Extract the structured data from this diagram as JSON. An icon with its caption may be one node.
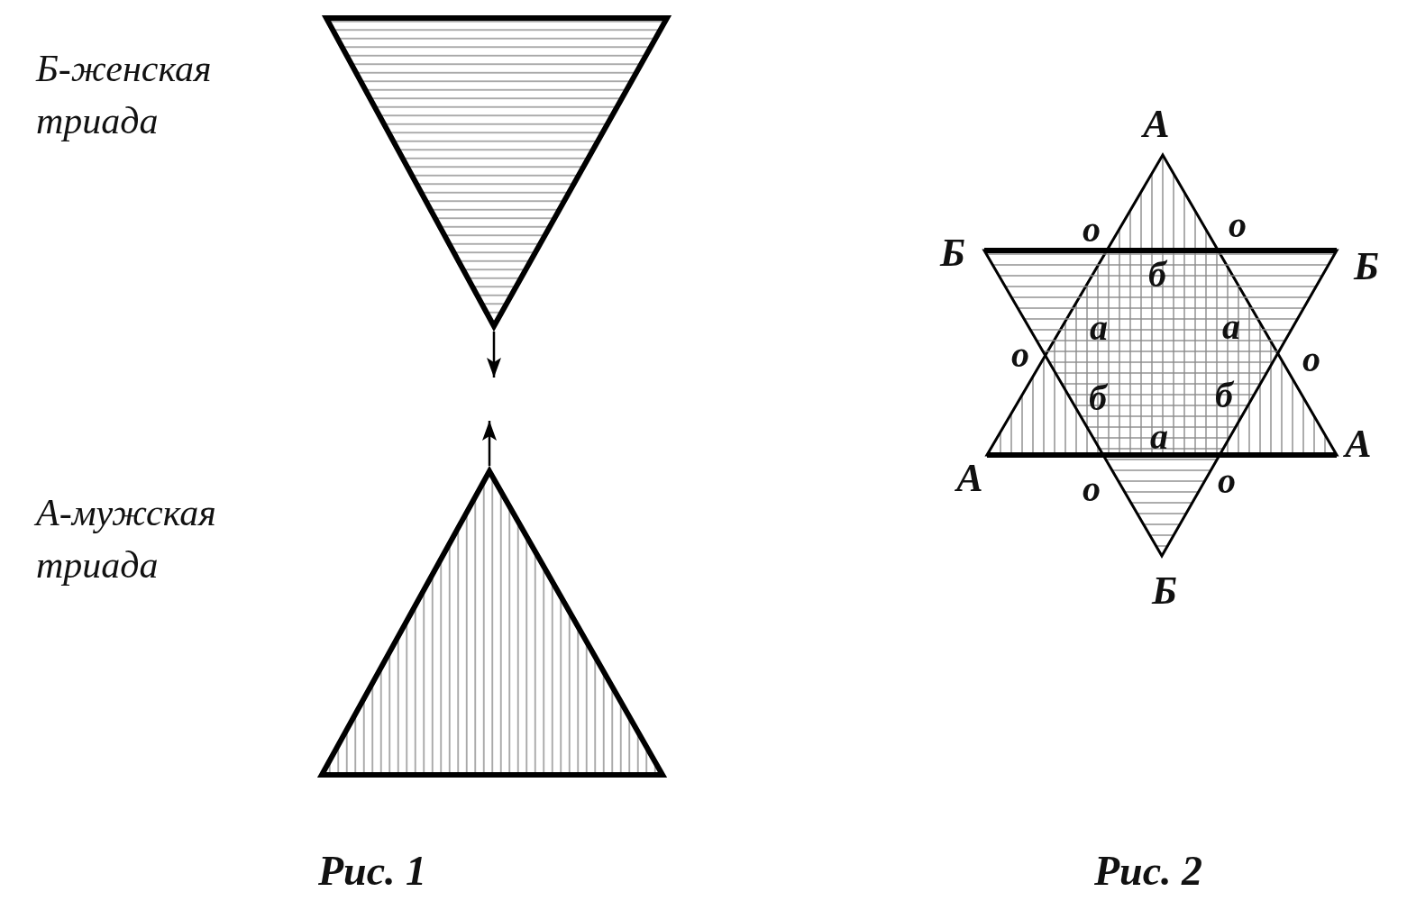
{
  "diagram": {
    "nodes": [
      {
        "text": [],
        "shape": "triangle",
        "beside": [
          "Б-женская триада"
        ]
      },
      {
        "text": [],
        "shape": "triangle",
        "beside": [
          "А-мужская триада"
        ]
      },
      {
        "text": [],
        "shape": "triangle"
      },
      {
        "text": [],
        "shape": "triangle"
      }
    ],
    "edges": [
      {
        "from": 0,
        "to": null,
        "arrow": "to"
      },
      {
        "from": 1,
        "to": null,
        "arrow": "to"
      }
    ],
    "labels": [
      "А",
      "о",
      "о",
      "Б",
      "б",
      "Б",
      "а",
      "а",
      "о",
      "о",
      "б",
      "б",
      "а",
      "А",
      "А",
      "о",
      "о",
      "Б",
      "Рис. 1",
      "Рис. 2"
    ]
  }
}
